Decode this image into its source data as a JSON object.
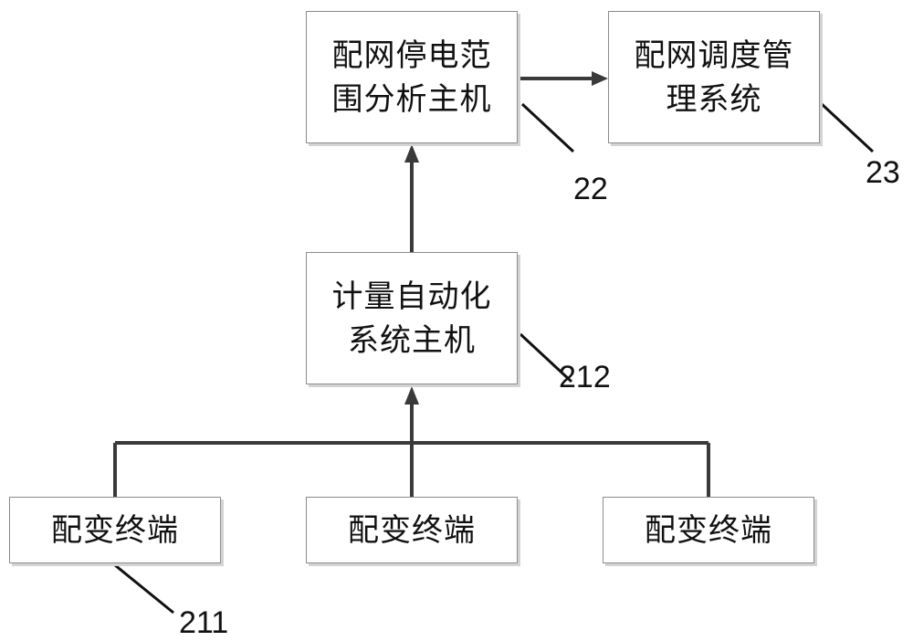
{
  "diagram": {
    "nodes": {
      "analysis_host": {
        "lines": [
          "配网停电范",
          "围分析主机"
        ]
      },
      "dispatch_system": {
        "lines": [
          "配网调度管",
          "理系统"
        ]
      },
      "metering_host": {
        "lines": [
          "计量自动化",
          "系统主机"
        ]
      },
      "terminals": [
        {
          "label": "配变终端"
        },
        {
          "label": "配变终端"
        },
        {
          "label": "配变终端"
        }
      ]
    },
    "reference_numerals": {
      "analysis_host": "22",
      "dispatch_system": "23",
      "metering_host": "212",
      "terminal": "211"
    },
    "colors": {
      "line": "#3a3a3a",
      "box_border": "#8c8c8c",
      "box_shadow": "#d3d3d3",
      "text": "#111111"
    }
  }
}
